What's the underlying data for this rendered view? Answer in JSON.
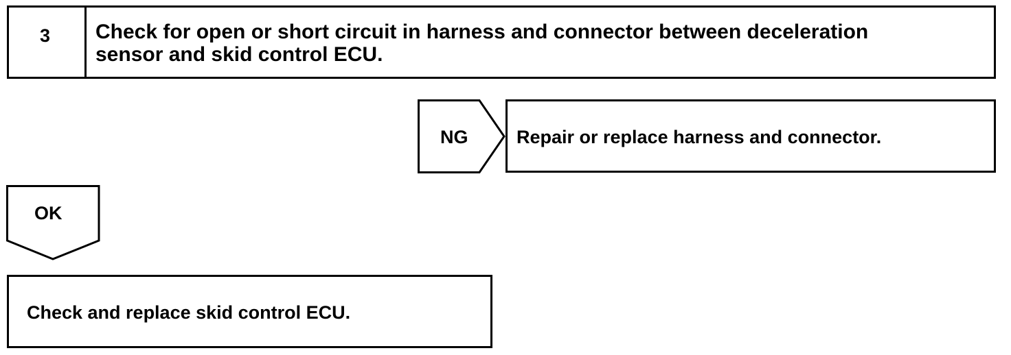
{
  "step": {
    "number": "3",
    "title_line1": "Check for open or short circuit in harness and connector between deceleration",
    "title_line2": "sensor and skid control ECU."
  },
  "ng_branch": {
    "label": "NG",
    "action": "Repair or replace harness and connector."
  },
  "ok_branch": {
    "label": "OK",
    "action": "Check and replace skid control ECU."
  }
}
